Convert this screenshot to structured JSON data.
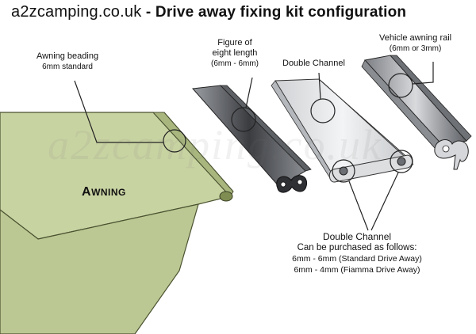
{
  "title": {
    "site": "a2zcamping.co.uk",
    "separator": " - ",
    "heading": "Drive away fixing kit configuration"
  },
  "watermark": "a2zcamping.co.uk",
  "labels": {
    "awning_beading": {
      "line1": "Awning beading",
      "line2": "6mm standard"
    },
    "figure_eight": {
      "line1": "Figure of",
      "line2": "eight length",
      "line3": "(6mm - 6mm)"
    },
    "double_channel_top": "Double Channel",
    "vehicle_rail": {
      "line1": "Vehicle awning rail",
      "line2": "(6mm or 3mm)"
    },
    "awning": {
      "first": "A",
      "rest": "WNING"
    },
    "purchase": {
      "heading": "Double Channel",
      "subheading": "Can be purchased as follows:",
      "options": [
        "6mm  - 6mm (Standard Drive Away)",
        "6mm - 4mm (Fiamma Drive Away)"
      ]
    }
  },
  "colors": {
    "awning_fabric": "#c8d3a2",
    "awning_dark": "#a9b77f",
    "channel_light": "#e6e7e9",
    "channel_mid": "#b5b8bc",
    "rail_dark": "#6e7176",
    "figure_eight_dark": "#2e3034"
  }
}
